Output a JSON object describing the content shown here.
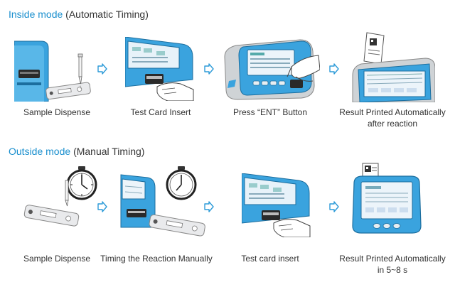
{
  "inside": {
    "title_accent": "Inside mode",
    "title_rest": "(Automatic Timing)",
    "steps": [
      {
        "caption": "Sample Dispense"
      },
      {
        "caption": "Test Card Insert"
      },
      {
        "caption": "Press “ENT” Button"
      },
      {
        "caption": "Result Printed Automatically",
        "caption2": "after reaction"
      }
    ]
  },
  "outside": {
    "title_accent": "Outside mode",
    "title_rest": "(Manual Timing)",
    "steps": [
      {
        "caption": "Sample Dispense"
      },
      {
        "caption": "Timing the Reaction Manually"
      },
      {
        "caption": "Test card insert"
      },
      {
        "caption": "Result Printed Automatically",
        "caption2": "in 5~8 s"
      }
    ]
  },
  "colors": {
    "accent": "#1a8fce",
    "device_blue": "#3aa3de",
    "device_grey": "#cfd3d6",
    "arrow_blue": "#2d9bd8"
  }
}
